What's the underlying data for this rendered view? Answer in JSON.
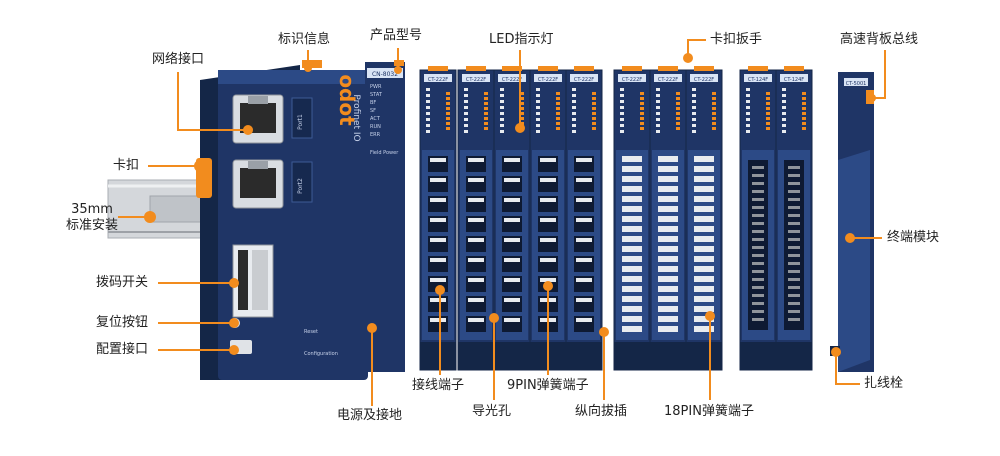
{
  "colors": {
    "accent": "#f28c1e",
    "module_body": "#1f3566",
    "module_dark": "#142647",
    "module_light": "#2c4a86",
    "din_rail": "#c9ccd0",
    "label_text": "#222222"
  },
  "labels": {
    "network_port": "网络接口",
    "clip": "卡扣",
    "din_rail": "35mm\n标准安装",
    "dip_switch": "拨码开关",
    "reset_button": "复位按钮",
    "config_port": "配置接口",
    "id_info": "标识信息",
    "product_model": "产品型号",
    "led": "LED指示灯",
    "clip_handle": "卡扣扳手",
    "backplane_bus": "高速背板总线",
    "terminal_module": "终端模块",
    "cable_tie_post": "扎线栓",
    "power_ground": "电源及接地",
    "wiring_terminal": "接线端子",
    "light_guide": "导光孔",
    "spring_9pin": "9PIN弹簧端子",
    "vertical_plug": "纵向拔插",
    "spring_18pin": "18PIN弹簧端子"
  },
  "device": {
    "brand": "odot",
    "protocol": "Profinet IO",
    "port1": "Port1",
    "port2": "Port2",
    "coupler_model": "CN-8032",
    "coupler_leds": [
      "PWR",
      "STAT",
      "BF",
      "SF",
      "ACT",
      "RUN",
      "ERR"
    ],
    "field_power": "Field Power",
    "reset_text": "Reset",
    "config_text": "Configuration",
    "module_models": [
      "CT-222F",
      "CT-222F",
      "CT-222F",
      "CT-222F",
      "CT-222F",
      "CT-222F",
      "CT-222F",
      "CT-222F",
      "CT-124F",
      "CT-124F",
      "CT-5001"
    ]
  }
}
